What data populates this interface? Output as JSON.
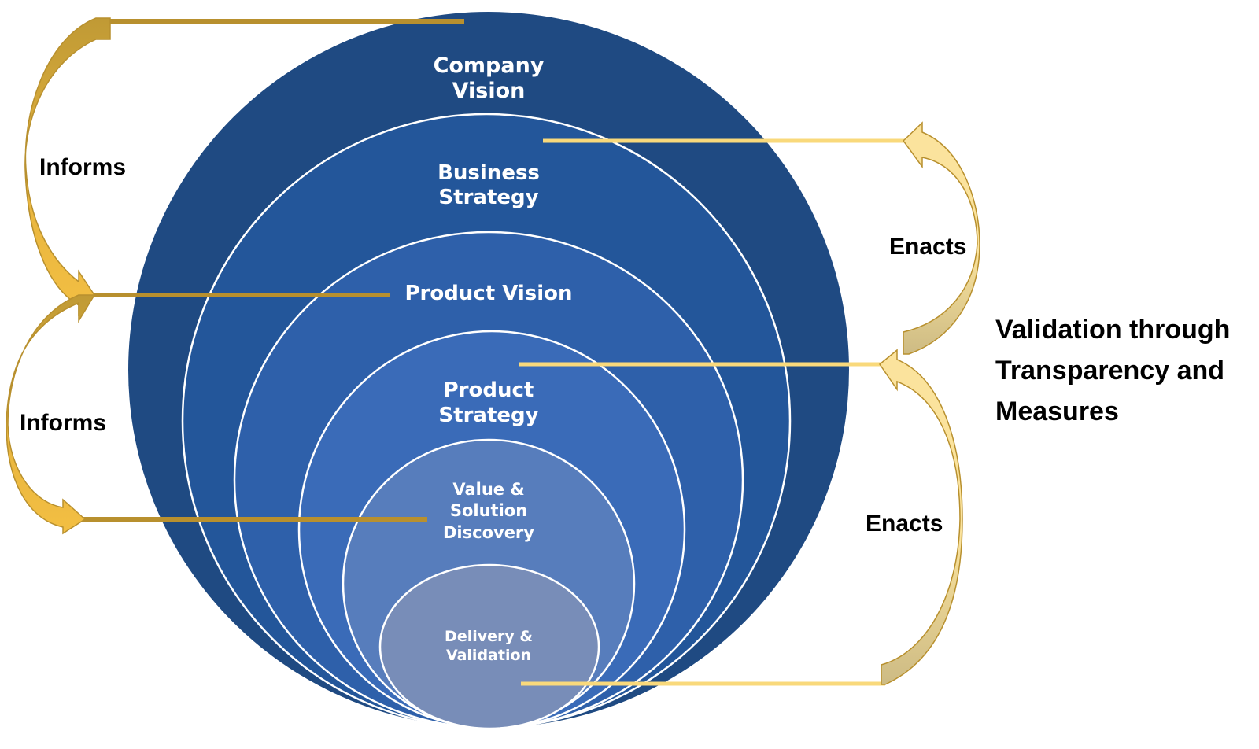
{
  "diagram": {
    "rings": [
      {
        "id": "company-vision",
        "lines": [
          "Company",
          "Vision"
        ],
        "fill": "#1F4A82"
      },
      {
        "id": "business-strategy",
        "lines": [
          "Business",
          "Strategy"
        ],
        "fill": "#23569A"
      },
      {
        "id": "product-vision",
        "lines": [
          "Product Vision"
        ],
        "fill": "#2E60AA"
      },
      {
        "id": "product-strategy",
        "lines": [
          "Product",
          "Strategy"
        ],
        "fill": "#3A6BB8"
      },
      {
        "id": "value-solution-discovery",
        "lines": [
          "Value &",
          "Solution",
          "Discovery"
        ],
        "fill": "#577DBC"
      },
      {
        "id": "delivery-validation",
        "lines": [
          "Delivery &",
          "Validation"
        ],
        "fill": "#788DB8"
      }
    ],
    "left_arrows": [
      {
        "label": "Informs",
        "from": "Company Vision",
        "to": "Product Vision"
      },
      {
        "label": "Informs",
        "from": "Product Vision",
        "to": "Value & Solution Discovery"
      }
    ],
    "right_arrows": [
      {
        "label": "Enacts",
        "from": "Product Strategy",
        "to": "Business Strategy"
      },
      {
        "label": "Enacts",
        "from": "Delivery & Validation",
        "to": "Product Strategy"
      }
    ],
    "caption_lines": [
      "Validation through",
      "Transparency and",
      "Measures"
    ],
    "colors": {
      "informs_arrow": "#F3BF43",
      "informs_arrow_dark": "#C09A35",
      "informs_line": "#B8902E",
      "enacts_arrow": "#FBE39D",
      "enacts_arrow_dark": "#CDBB84",
      "enacts_line": "#F9D97B",
      "ring_stroke": "#FFFFFF"
    }
  }
}
